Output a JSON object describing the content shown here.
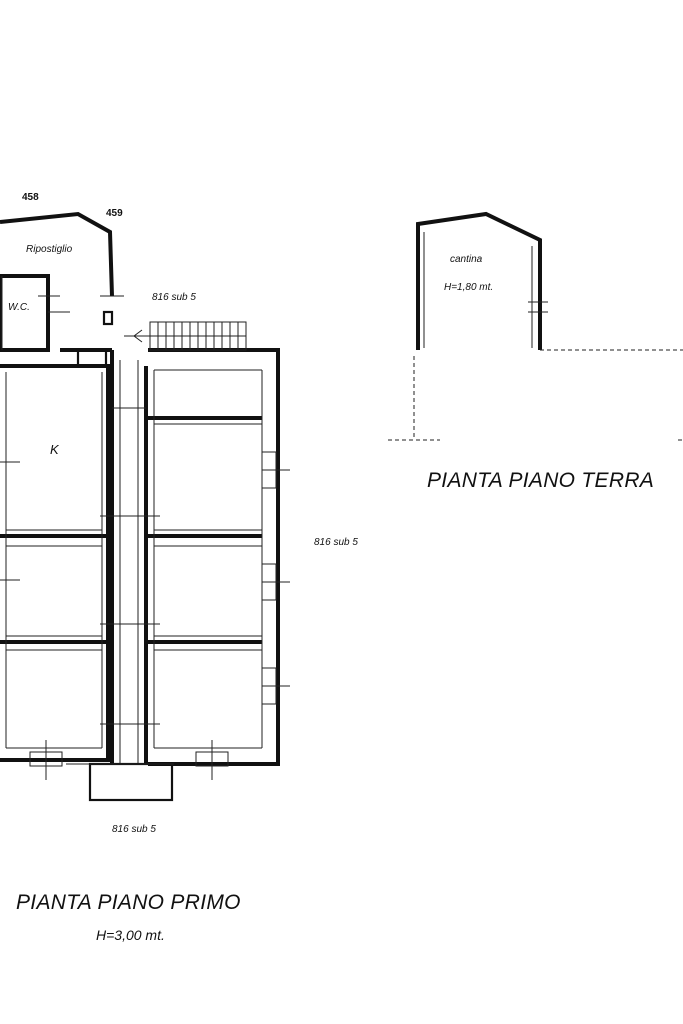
{
  "labels": {
    "parcel_458": "458",
    "parcel_459": "459",
    "ripostiglio": "Ripostiglio",
    "wc": "W.C.",
    "sub_top": "816 sub 5",
    "sub_right": "816 sub 5",
    "sub_bottom": "816 sub 5",
    "kitchen": "K",
    "cantina": "cantina",
    "cantina_height": "H=1,80 mt.",
    "title_terra": "PIANTA PIANO TERRA",
    "title_primo": "PIANTA PIANO PRIMO",
    "height_primo": "H=3,00 mt."
  }
}
